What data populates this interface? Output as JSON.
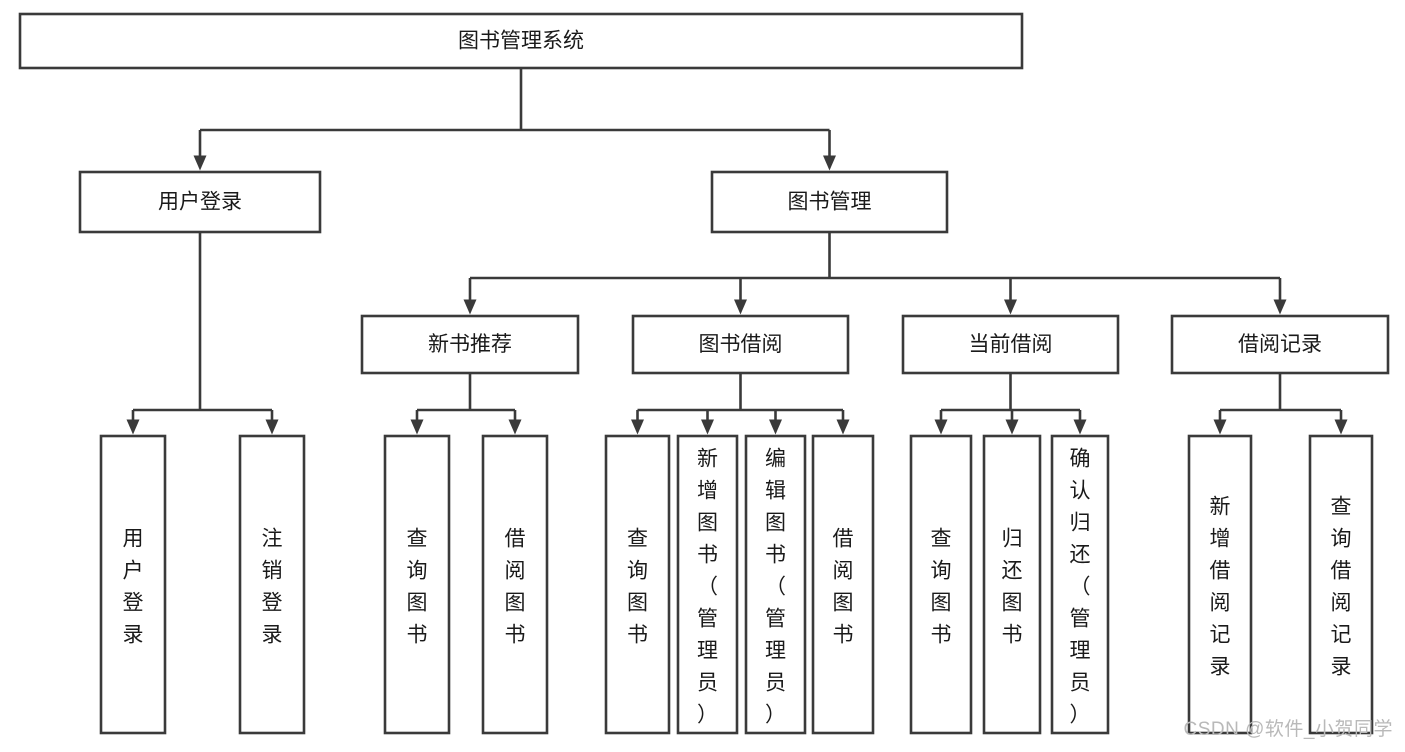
{
  "diagram": {
    "title": "图书管理系统",
    "type": "tree",
    "orientation": "top-down",
    "colors": {
      "box_stroke": "#3a3a3a",
      "box_fill": "#ffffff",
      "text": "#1a1a1a",
      "connector": "#3a3a3a",
      "watermark": "#b9b9b9",
      "background": "#ffffff"
    },
    "root": {
      "id": "root",
      "label": "图书管理系统",
      "orientation": "horizontal"
    },
    "level1": [
      {
        "id": "user-login",
        "label": "用户登录",
        "orientation": "horizontal"
      },
      {
        "id": "book-management",
        "label": "图书管理",
        "orientation": "horizontal"
      }
    ],
    "level2": [
      {
        "id": "new-book-recommend",
        "label": "新书推荐",
        "parent": "book-management",
        "orientation": "horizontal"
      },
      {
        "id": "book-borrow",
        "label": "图书借阅",
        "parent": "book-management",
        "orientation": "horizontal"
      },
      {
        "id": "current-borrow",
        "label": "当前借阅",
        "parent": "book-management",
        "orientation": "horizontal"
      },
      {
        "id": "borrow-record",
        "label": "借阅记录",
        "parent": "book-management",
        "orientation": "horizontal"
      }
    ],
    "leaves": [
      {
        "id": "leaf-user-login",
        "label": "用户登录",
        "parent": "user-login",
        "orientation": "vertical"
      },
      {
        "id": "leaf-logout",
        "label": "注销登录",
        "parent": "user-login",
        "orientation": "vertical"
      },
      {
        "id": "leaf-query-book-1",
        "label": "查询图书",
        "parent": "new-book-recommend",
        "orientation": "vertical"
      },
      {
        "id": "leaf-borrow-book-1",
        "label": "借阅图书",
        "parent": "new-book-recommend",
        "orientation": "vertical"
      },
      {
        "id": "leaf-query-book-2",
        "label": "查询图书",
        "parent": "book-borrow",
        "orientation": "vertical"
      },
      {
        "id": "leaf-add-book",
        "label": "新增图书（管理员）",
        "parent": "book-borrow",
        "orientation": "vertical"
      },
      {
        "id": "leaf-edit-book",
        "label": "编辑图书（管理员）",
        "parent": "book-borrow",
        "orientation": "vertical"
      },
      {
        "id": "leaf-borrow-book-2",
        "label": "借阅图书",
        "parent": "book-borrow",
        "orientation": "vertical"
      },
      {
        "id": "leaf-query-book-3",
        "label": "查询图书",
        "parent": "current-borrow",
        "orientation": "vertical"
      },
      {
        "id": "leaf-return-book",
        "label": "归还图书",
        "parent": "current-borrow",
        "orientation": "vertical"
      },
      {
        "id": "leaf-confirm-return",
        "label": "确认归还（管理员）",
        "parent": "current-borrow",
        "orientation": "vertical"
      },
      {
        "id": "leaf-add-record",
        "label": "新增借阅记录",
        "parent": "borrow-record",
        "orientation": "vertical"
      },
      {
        "id": "leaf-query-record",
        "label": "查询借阅记录",
        "parent": "borrow-record",
        "orientation": "vertical"
      }
    ],
    "watermark": "CSDN @软件_小贺同学"
  }
}
